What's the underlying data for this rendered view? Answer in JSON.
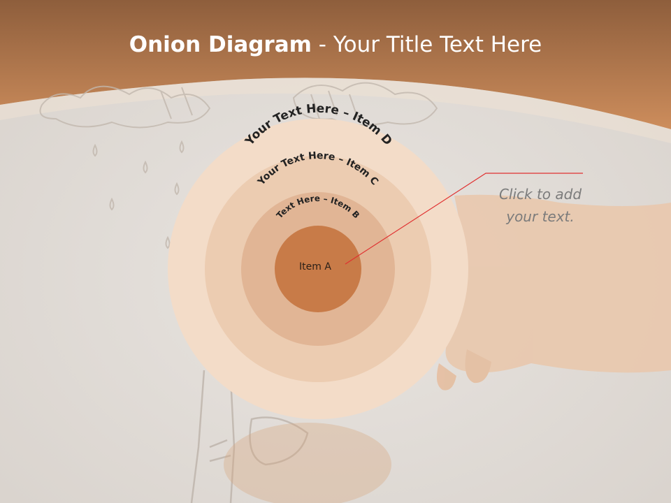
{
  "slide": {
    "title_bold": "Onion Diagram",
    "title_rest": " - Your Title Text Here"
  },
  "onion": {
    "layers": [
      {
        "id": "A",
        "label": "Item A"
      },
      {
        "id": "B",
        "label": "Text Here – Item B"
      },
      {
        "id": "C",
        "label": "Your Text Here – Item C"
      },
      {
        "id": "D",
        "label": "Your Text Here – Item D"
      }
    ]
  },
  "callout": {
    "line1": "Click  to add",
    "line2": "your text."
  },
  "colors": {
    "header_top": "#8e5e3c",
    "header_bottom": "#cd8d5c",
    "background": "#e2ddd8",
    "ring_d": "#f3dcc8",
    "ring_c": "#ecccb1",
    "ring_b": "#e1b595",
    "core_a": "#c87b48",
    "leader_line": "#e03030",
    "callout_text": "#7b7b7b"
  }
}
